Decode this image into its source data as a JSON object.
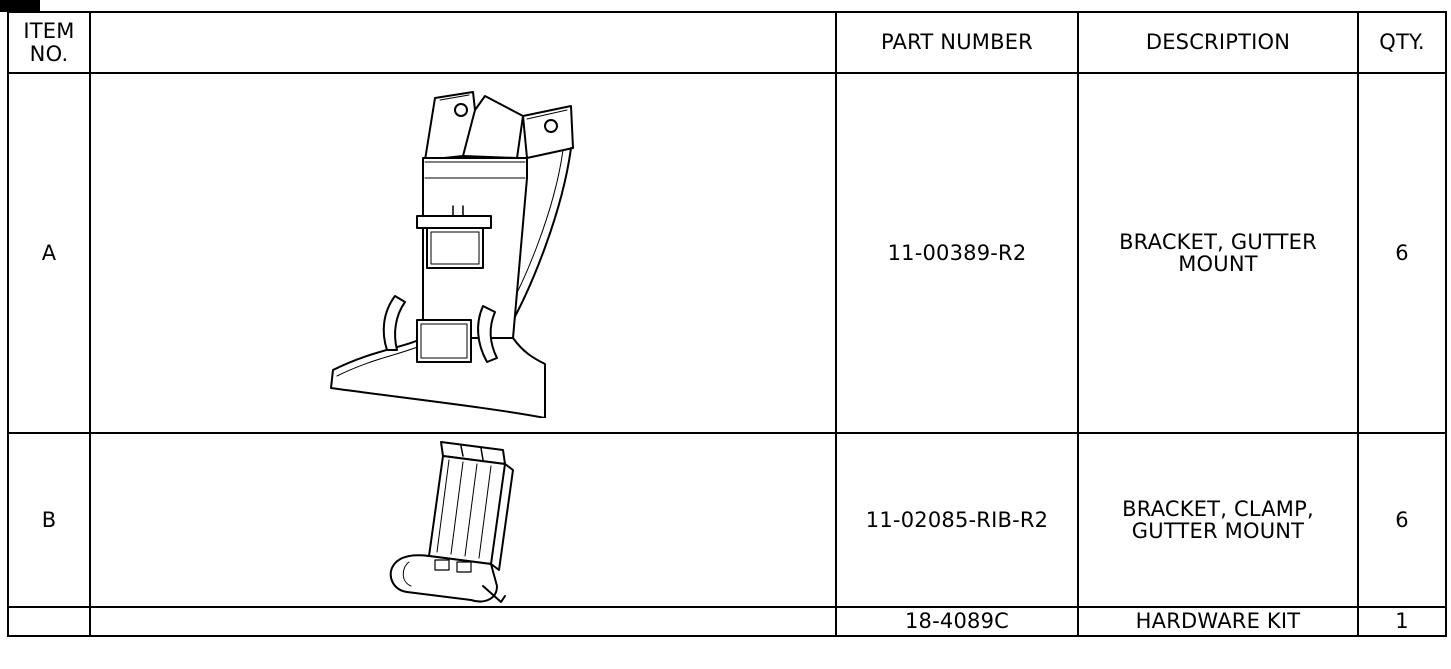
{
  "table": {
    "headers": {
      "item_no": "ITEM\nNO.",
      "image": "",
      "part_number": "PART NUMBER",
      "description": "DESCRIPTION",
      "qty": "QTY."
    },
    "rows": [
      {
        "item_no": "A",
        "image_icon": "gutter-mount-bracket-drawing",
        "part_number": "11-00389-R2",
        "description": "BRACKET, GUTTER\nMOUNT",
        "qty": "6"
      },
      {
        "item_no": "B",
        "image_icon": "clamp-bracket-drawing",
        "part_number": "11-02085-RIB-R2",
        "description": "BRACKET, CLAMP,\nGUTTER MOUNT",
        "qty": "6"
      },
      {
        "item_no": "",
        "image_icon": "",
        "part_number": "18-4089C",
        "description": "HARDWARE KIT",
        "qty": "1"
      }
    ]
  }
}
